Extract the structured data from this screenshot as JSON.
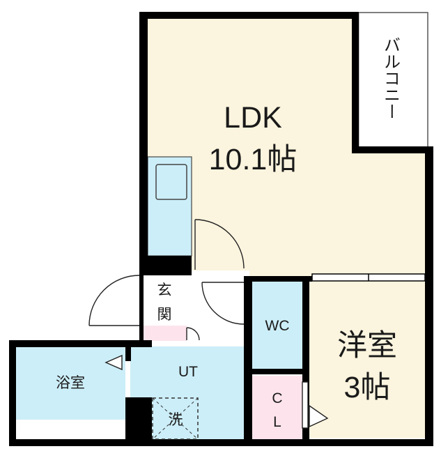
{
  "rooms": {
    "ldk": {
      "name": "LDK",
      "size": "10.1帖"
    },
    "western": {
      "name": "洋室",
      "size": "3帖"
    },
    "balcony": {
      "name": "バルコニー"
    },
    "entrance": {
      "line1": "玄",
      "line2": "関"
    },
    "toilet": {
      "name": "WC"
    },
    "closet": {
      "line1": "C",
      "line2": "L"
    },
    "bath": {
      "name": "浴室"
    },
    "utility": {
      "name": "UT"
    },
    "washer": {
      "name": "洗"
    }
  },
  "colors": {
    "ldk_floor": "#fbf4de",
    "wet_area": "#cceef8",
    "entrance_floor": "#ffffff",
    "closet_floor": "#fde4ec",
    "wall": "#000000",
    "balcony": "#ffffff"
  }
}
